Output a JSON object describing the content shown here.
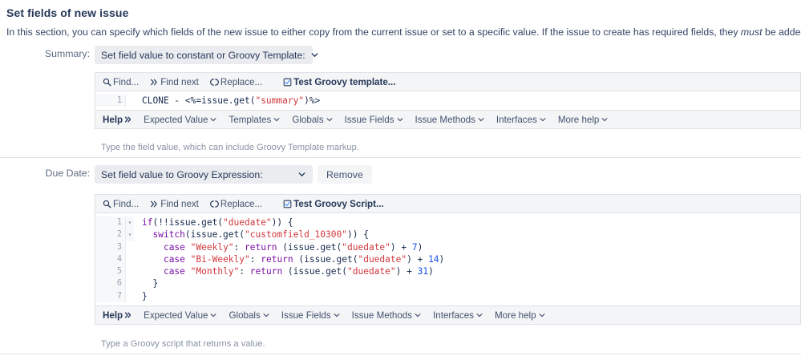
{
  "section": {
    "title": "Set fields of new issue",
    "description_pre": "In this section, you can specify which fields of the new issue to either copy from the current issue or set to a specific value. If the issue to create has required fields, they ",
    "description_em": "must",
    "description_post": " be added here."
  },
  "colors": {
    "text": "#172b4d",
    "muted": "#5e6c84",
    "hint": "#8993a4",
    "select_bg": "#ebecf0",
    "bar_bg": "#f4f5f7",
    "border": "#dfe1e6",
    "string": "#d0373e",
    "keyword": "#7a0fa6",
    "number": "#1750eb"
  },
  "summary_field": {
    "label": "Summary:",
    "select_value": "Set field value to constant or Groovy Template:",
    "toolbar": {
      "find": "Find...",
      "find_next": "Find next",
      "replace": "Replace...",
      "test": "Test Groovy template..."
    },
    "code_lines": [
      {
        "number": "1",
        "fold": "",
        "tokens": [
          {
            "t": "CLONE - <%=issue.get(",
            "c": "pln"
          },
          {
            "t": "\"summary\"",
            "c": "str"
          },
          {
            "t": ")%>",
            "c": "pln"
          }
        ]
      }
    ],
    "help": {
      "label": "Help",
      "chevrons": "»",
      "items": [
        "Expected Value",
        "Templates",
        "Globals",
        "Issue Fields",
        "Issue Methods",
        "Interfaces",
        "More help"
      ]
    },
    "hint": "Type the field value, which can include Groovy Template markup."
  },
  "duedate_field": {
    "label": "Due Date:",
    "select_value": "Set field value to Groovy Expression:",
    "remove_label": "Remove",
    "toolbar": {
      "find": "Find...",
      "find_next": "Find next",
      "replace": "Replace...",
      "test": "Test Groovy Script..."
    },
    "code_lines": [
      {
        "number": "1",
        "fold": "▾",
        "tokens": [
          {
            "t": "if",
            "c": "kw"
          },
          {
            "t": "(!!issue.get(",
            "c": "pln"
          },
          {
            "t": "\"duedate\"",
            "c": "str"
          },
          {
            "t": ")) {",
            "c": "pln"
          }
        ]
      },
      {
        "number": "2",
        "fold": "▾",
        "tokens": [
          {
            "t": "  ",
            "c": "pln"
          },
          {
            "t": "switch",
            "c": "kw"
          },
          {
            "t": "(issue.get(",
            "c": "pln"
          },
          {
            "t": "\"customfield_10300\"",
            "c": "str"
          },
          {
            "t": ")) {",
            "c": "pln"
          }
        ]
      },
      {
        "number": "3",
        "fold": "",
        "tokens": [
          {
            "t": "    ",
            "c": "pln"
          },
          {
            "t": "case",
            "c": "kw"
          },
          {
            "t": " ",
            "c": "pln"
          },
          {
            "t": "\"Weekly\"",
            "c": "str"
          },
          {
            "t": ": ",
            "c": "pln"
          },
          {
            "t": "return",
            "c": "kw"
          },
          {
            "t": " (issue.get(",
            "c": "pln"
          },
          {
            "t": "\"duedate\"",
            "c": "str"
          },
          {
            "t": ") + ",
            "c": "pln"
          },
          {
            "t": "7",
            "c": "num"
          },
          {
            "t": ")",
            "c": "pln"
          }
        ]
      },
      {
        "number": "4",
        "fold": "",
        "tokens": [
          {
            "t": "    ",
            "c": "pln"
          },
          {
            "t": "case",
            "c": "kw"
          },
          {
            "t": " ",
            "c": "pln"
          },
          {
            "t": "\"Bi-Weekly\"",
            "c": "str"
          },
          {
            "t": ": ",
            "c": "pln"
          },
          {
            "t": "return",
            "c": "kw"
          },
          {
            "t": " (issue.get(",
            "c": "pln"
          },
          {
            "t": "\"duedate\"",
            "c": "str"
          },
          {
            "t": ") + ",
            "c": "pln"
          },
          {
            "t": "14",
            "c": "num"
          },
          {
            "t": ")",
            "c": "pln"
          }
        ]
      },
      {
        "number": "5",
        "fold": "",
        "tokens": [
          {
            "t": "    ",
            "c": "pln"
          },
          {
            "t": "case",
            "c": "kw"
          },
          {
            "t": " ",
            "c": "pln"
          },
          {
            "t": "\"Monthly\"",
            "c": "str"
          },
          {
            "t": ": ",
            "c": "pln"
          },
          {
            "t": "return",
            "c": "kw"
          },
          {
            "t": " (issue.get(",
            "c": "pln"
          },
          {
            "t": "\"duedate\"",
            "c": "str"
          },
          {
            "t": ") + ",
            "c": "pln"
          },
          {
            "t": "31",
            "c": "num"
          },
          {
            "t": ")",
            "c": "pln"
          }
        ]
      },
      {
        "number": "6",
        "fold": "",
        "tokens": [
          {
            "t": "  }",
            "c": "pln"
          }
        ]
      },
      {
        "number": "7",
        "fold": "",
        "tokens": [
          {
            "t": "}",
            "c": "pln"
          }
        ]
      }
    ],
    "help": {
      "label": "Help",
      "chevrons": "»",
      "items": [
        "Expected Value",
        "Globals",
        "Issue Fields",
        "Issue Methods",
        "Interfaces",
        "More help"
      ]
    },
    "hint": "Type a Groovy script that returns a value."
  }
}
